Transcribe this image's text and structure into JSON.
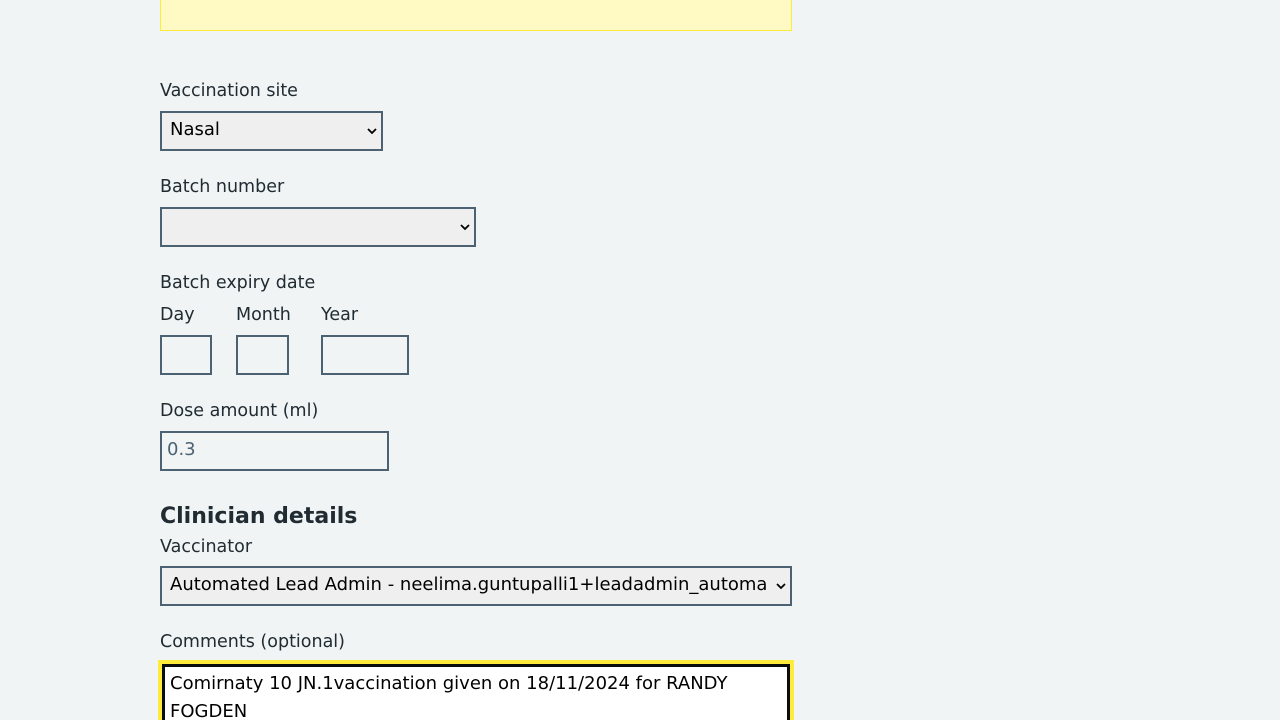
{
  "vaccination_site": {
    "label": "Vaccination site",
    "selected_value": "Nasal"
  },
  "batch_number": {
    "label": "Batch number",
    "selected_value": ""
  },
  "batch_expiry": {
    "label": "Batch expiry date",
    "day_label": "Day",
    "month_label": "Month",
    "year_label": "Year",
    "day_value": "",
    "month_value": "",
    "year_value": ""
  },
  "dose_amount": {
    "label": "Dose amount (ml)",
    "value": "0.3"
  },
  "clinician_details": {
    "heading": "Clinician details",
    "vaccinator_label": "Vaccinator",
    "vaccinator_selected": "Automated Lead Admin - neelima.guntupalli1+leadadmin_automa"
  },
  "comments": {
    "label": "Comments (optional)",
    "value": "Comirnaty 10 JN.1vaccination given on 18/11/2024 for RANDY FOGDEN"
  },
  "colors": {
    "background": "#f0f4f5",
    "notice_background": "#fff9c4",
    "border": "#4c6272",
    "focus": "#ffeb3b",
    "text": "#212b32"
  },
  "icons": {
    "select_arrow": "chevron-down-icon"
  }
}
